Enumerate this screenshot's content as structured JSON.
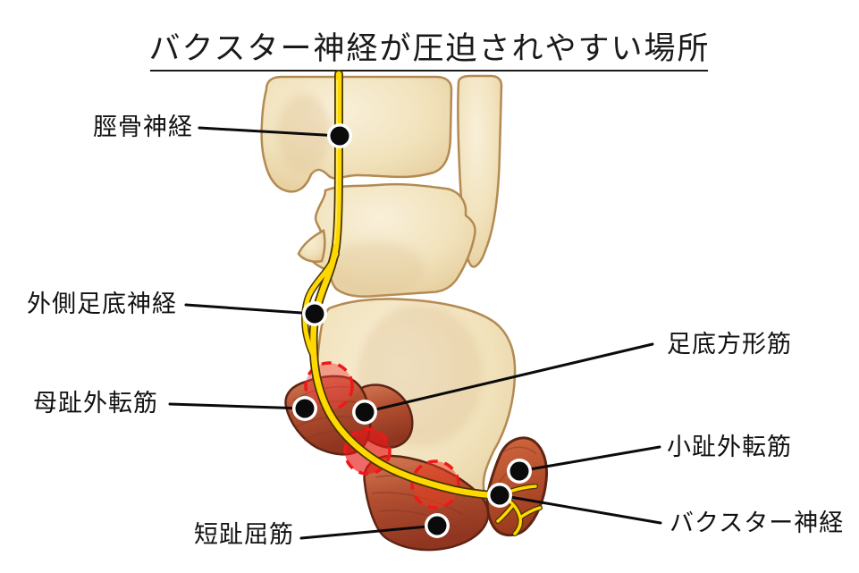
{
  "title": {
    "text": "バクスター神経が圧迫されやすい場所"
  },
  "callouts": {
    "tibial_nerve": {
      "text": "脛骨神経"
    },
    "lateral_plantar_nerve": {
      "text": "外側足底神経"
    },
    "abductor_hallucis": {
      "text": "母趾外転筋"
    },
    "quadratus_plantae": {
      "text": "足底方形筋"
    },
    "abductor_digiti_minimi": {
      "text": "小趾外転筋"
    },
    "baxter_nerve": {
      "text": "バクスター神経"
    },
    "flexor_digitorum_brevis": {
      "text": "短趾屈筋"
    }
  },
  "figure": {
    "type": "anatomical-illustration",
    "subject": "medial view of heel showing tibial nerve branching into Baxter nerve",
    "compression_sites_count": 3,
    "compression_marker_style": "red dashed circles"
  },
  "colors": {
    "background": "#ffffff",
    "text": "#111111",
    "nerve_yellow": "#fed800",
    "nerve_outline": "#473400",
    "bone_fill": "#f1e2bb",
    "bone_stroke": "#b38a52",
    "muscle_fill": "#b24f31",
    "muscle_stroke": "#5f2414",
    "compression_red": "#f01818",
    "leader_line": "#0b0b0b"
  }
}
